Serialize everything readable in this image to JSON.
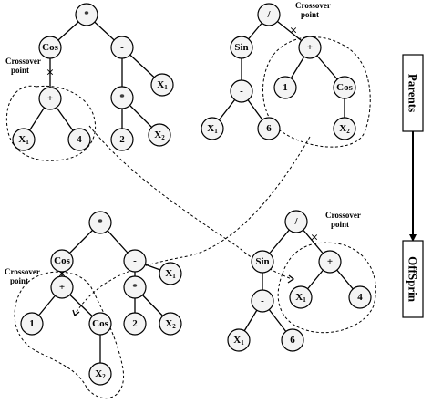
{
  "crossover_label_line1": "Crossover",
  "crossover_label_line2": "point",
  "stage_parents": "Parents",
  "stage_offspring": "OffSprin",
  "tree_p1": [
    "*",
    "Cos",
    "-",
    "+",
    "X",
    "4",
    "*",
    "X",
    "2",
    "X"
  ],
  "tree_p2": [
    "/",
    "Sin",
    "+",
    "-",
    "X",
    "6",
    "1",
    "Cos",
    "X"
  ],
  "tree_o1": [
    "*",
    "Cos",
    "-",
    "+",
    "1",
    "Cos",
    "X",
    "*",
    "X",
    "2",
    "X"
  ],
  "tree_o2": [
    "/",
    "Sin",
    "+",
    "-",
    "X",
    "6",
    "X",
    "4"
  ]
}
